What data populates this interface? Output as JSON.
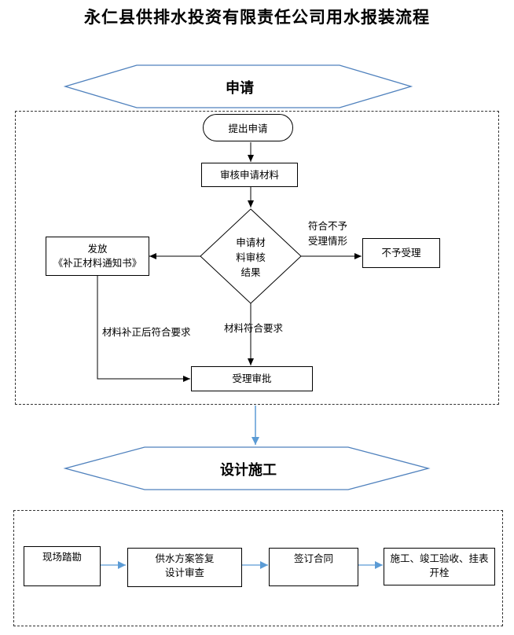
{
  "title": "永仁县供排水投资有限责任公司用水报装流程",
  "sections": {
    "apply": "申请",
    "design": "设计施工"
  },
  "apply_flow": {
    "submit": "提出申请",
    "review": "审核申请材料",
    "decision": "申请材\n料审核\n结果",
    "reject_condition": "符合不予\n受理情形",
    "reject": "不予受理",
    "notice": "发放\n《补正材料通知书》",
    "supplement_condition": "材料补正后符合要求",
    "meets_condition": "材料符合要求",
    "approve": "受理审批"
  },
  "design_flow": {
    "steps": [
      "现场踏勘",
      "供水方案答复\n设计审查",
      "签订合同",
      "施工、竣工验收、挂表\n开栓"
    ]
  },
  "colors": {
    "hex_fill": "#ffffff",
    "hex_stroke": "#4f81bd",
    "flow_arrow": "#5b9bd5"
  }
}
